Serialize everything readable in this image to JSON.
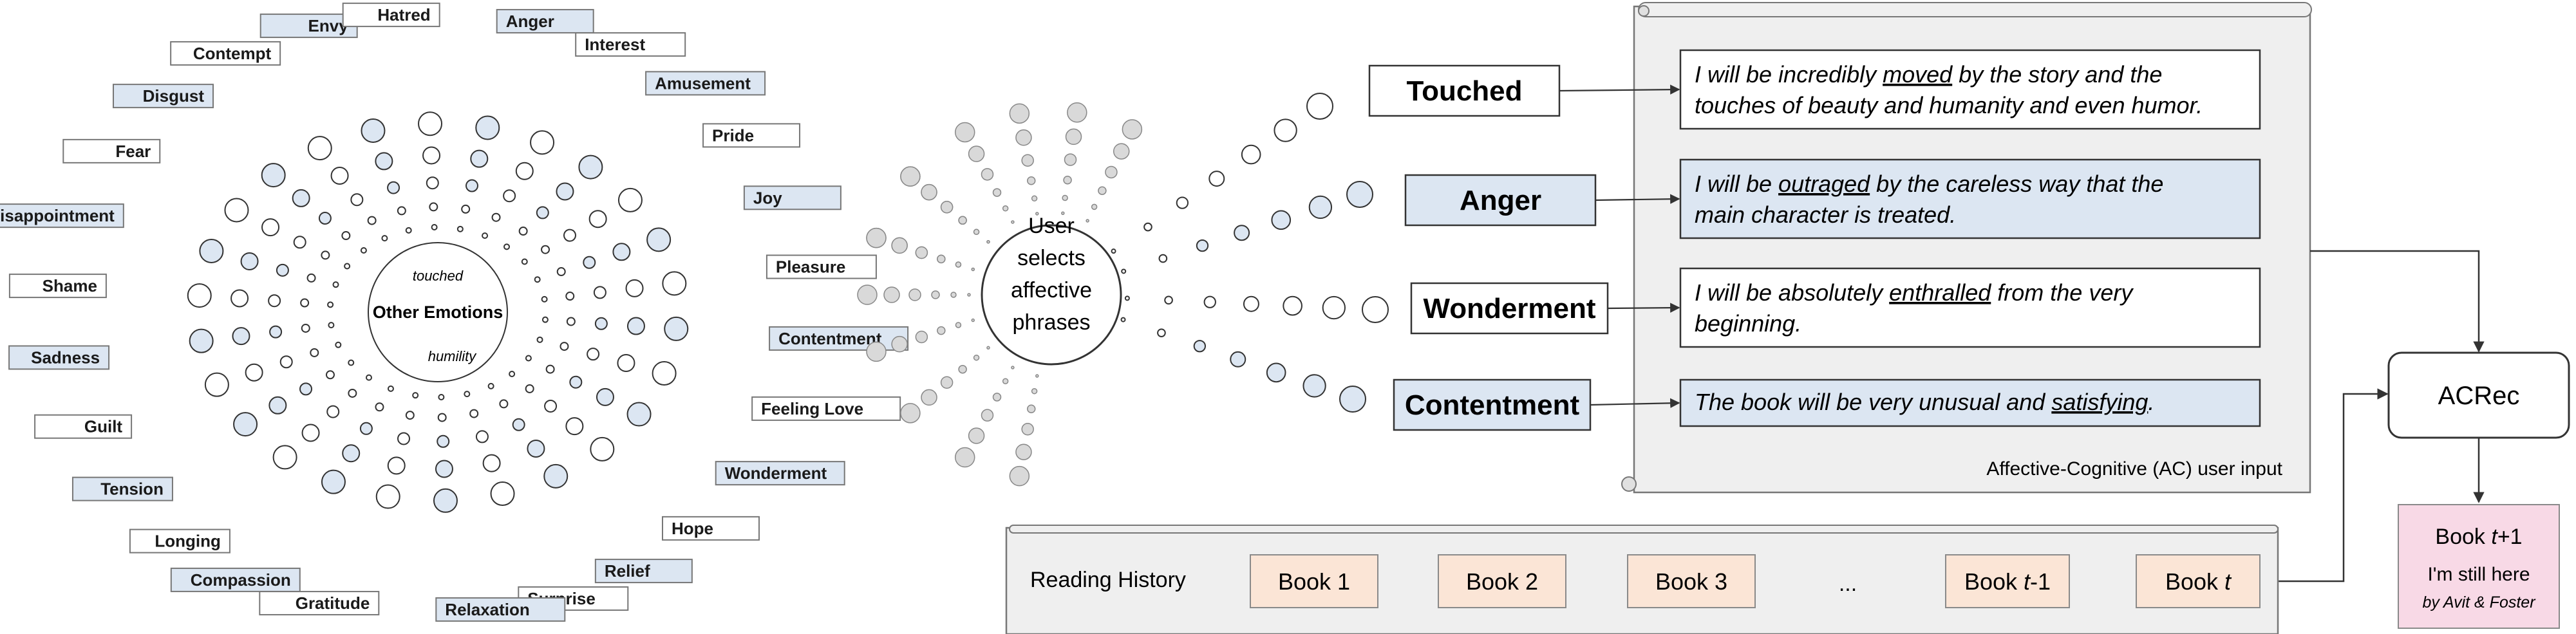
{
  "wheel": {
    "center_title": "Other Emotions",
    "center_top": "touched",
    "center_bottom": "humility",
    "emotions": [
      {
        "label": "Anger",
        "highlight": true
      },
      {
        "label": "Interest",
        "highlight": false
      },
      {
        "label": "Amusement",
        "highlight": true
      },
      {
        "label": "Pride",
        "highlight": false
      },
      {
        "label": "Joy",
        "highlight": true
      },
      {
        "label": "Pleasure",
        "highlight": false
      },
      {
        "label": "Contentment",
        "highlight": true
      },
      {
        "label": "Feeling Love",
        "highlight": false
      },
      {
        "label": "Wonderment",
        "highlight": true
      },
      {
        "label": "Hope",
        "highlight": false
      },
      {
        "label": "Relief",
        "highlight": true
      },
      {
        "label": "Surprise",
        "highlight": false
      },
      {
        "label": "Relaxation",
        "highlight": true
      },
      {
        "label": "Gratitude",
        "highlight": false
      },
      {
        "label": "Compassion",
        "highlight": true
      },
      {
        "label": "Longing",
        "highlight": false
      },
      {
        "label": "Tension",
        "highlight": true
      },
      {
        "label": "Guilt",
        "highlight": false
      },
      {
        "label": "Sadness",
        "highlight": true
      },
      {
        "label": "Shame",
        "highlight": false
      },
      {
        "label": "Disappointment",
        "highlight": true
      },
      {
        "label": "Fear",
        "highlight": false
      },
      {
        "label": "Disgust",
        "highlight": true
      },
      {
        "label": "Contempt",
        "highlight": false
      },
      {
        "label": "Envy",
        "highlight": true
      },
      {
        "label": "Hatred",
        "highlight": false
      }
    ]
  },
  "selector": {
    "lines": [
      "User",
      "selects",
      "affective",
      "phrases"
    ]
  },
  "phrases": [
    {
      "label": "Touched",
      "highlight": false,
      "pre": "I will be incredibly ",
      "key": "moved",
      "post": " by the story and the",
      "line2": "touches of beauty and humanity and even humor."
    },
    {
      "label": "Anger",
      "highlight": true,
      "pre": "I will be ",
      "key": "outraged",
      "post": " by the careless way that the",
      "line2": "main character is treated."
    },
    {
      "label": "Wonderment",
      "highlight": false,
      "pre": "I will be absolutely ",
      "key": "enthralled",
      "post": " from the very",
      "line2": "beginning."
    },
    {
      "label": "Contentment",
      "highlight": true,
      "pre": "The book will be very unusual and ",
      "key": "satisfying",
      "post": ".",
      "line2": ""
    }
  ],
  "scroll_caption": "Affective-Cognitive (AC) user input",
  "acrec": "ACRec",
  "history": {
    "label": "Reading History",
    "books": [
      "Book 1",
      "Book 2",
      "Book 3"
    ],
    "ellipsis": "...",
    "book_t_minus_prefix": "Book ",
    "book_t_minus_var": "t",
    "book_t_minus_suffix": "-1",
    "book_t_prefix": "Book ",
    "book_t_var": "t"
  },
  "output": {
    "prefix": "Book ",
    "var": "t",
    "suffix": "+1",
    "title": "I'm still here",
    "by": "by Avit & Foster"
  },
  "colors": {
    "highlight_fill": "#dce6f2",
    "book_fill": "#fbe5d6",
    "output_fill": "#f8d9e6",
    "panel_fill": "#efefef",
    "stroke": "#333333"
  }
}
